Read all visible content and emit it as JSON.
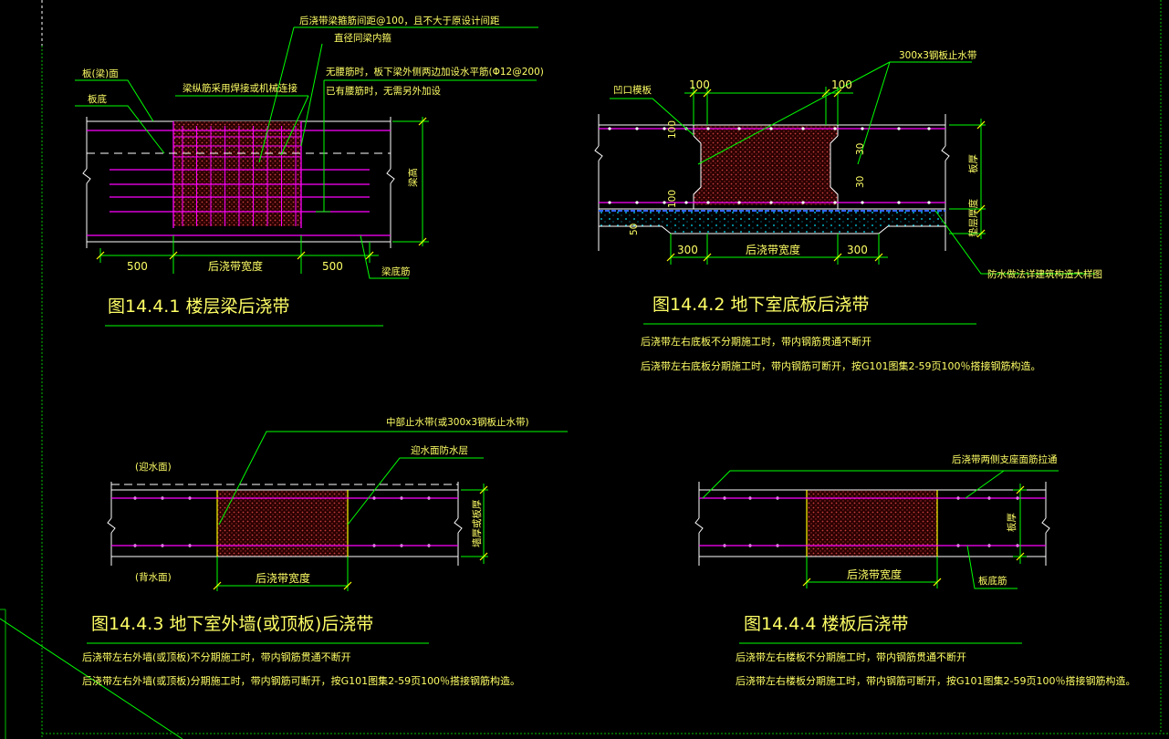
{
  "colors": {
    "background": "#000000",
    "outline": "#ffffff",
    "magenta": "#ff00ff",
    "yellow": "#ffff00",
    "green": "#00ff00",
    "text": "#ffff66",
    "concrete": "#b33",
    "waterproof": "#0044ff",
    "dots": "#00ffff"
  },
  "fig1": {
    "title": "图14.4.1  楼层梁后浇带",
    "labels": {
      "top_stirrup": "后浇带梁箍筋间距@100，且不大于原设计间距",
      "stirrup_dia": "直径同梁内箍",
      "long_bar": "梁纵筋采用焊接或机械连接",
      "no_waist": "无腰筋时，板下梁外侧两边加设水平筋(Φ12@200)",
      "has_waist": "已有腰筋时，无需另外加设",
      "board_top": "板(梁)面",
      "board_bottom": "板底",
      "beam_bottom": "梁底筋",
      "beam_depth": "梁高"
    },
    "dims": {
      "left": "500",
      "middle": "后浇带宽度",
      "right": "500"
    }
  },
  "fig2": {
    "title": "图14.4.2  地下室底板后浇带",
    "labels": {
      "steel_plate": "300x3钢板止水带",
      "groove": "凹口模板",
      "dim_top_left": "100",
      "dim_top_right": "100",
      "dim_vertical_1": "100",
      "dim_vertical_2": "100",
      "dim_30_a": "30",
      "dim_30_b": "30",
      "slab_thick": "板厚",
      "cushion": "垫层厚度",
      "dim_50": "50",
      "waterproof_note": "防水做法详建筑构造大样图"
    },
    "dims": {
      "left": "300",
      "middle": "后浇带宽度",
      "right": "300"
    },
    "notes": [
      "后浇带左右底板不分期施工时，带内钢筋贯通不断开",
      "后浇带左右底板分期施工时，带内钢筋可断开，按G101图集2-59页100％搭接钢筋构造。"
    ]
  },
  "fig3": {
    "title": "图14.4.3  地下室外墙(或顶板)后浇带",
    "labels": {
      "mid_waterstop": "中部止水带(或300x3钢板止水带)",
      "face_water": "(迎水面)",
      "waterproof_layer": "迎水面防水层",
      "back_water": "(背水面)",
      "thickness": "墙厚或板厚"
    },
    "dims": {
      "middle": "后浇带宽度"
    },
    "notes": [
      "后浇带左右外墙(或顶板)不分期施工时，带内钢筋贯通不断开",
      "后浇带左右外墙(或顶板)分期施工时，带内钢筋可断开，按G101图集2-59页100％搭接钢筋构造。"
    ]
  },
  "fig4": {
    "title": "图14.4.4  楼板后浇带",
    "labels": {
      "support_bar": "后浇带两侧支座面筋拉通",
      "slab_thick": "板厚",
      "bottom_bar": "板底筋"
    },
    "dims": {
      "middle": "后浇带宽度"
    },
    "notes": [
      "后浇带左右楼板不分期施工时，带内钢筋贯通不断开",
      "后浇带左右楼板分期施工时，带内钢筋可断开，按G101图集2-59页100％搭接钢筋构造。"
    ]
  }
}
